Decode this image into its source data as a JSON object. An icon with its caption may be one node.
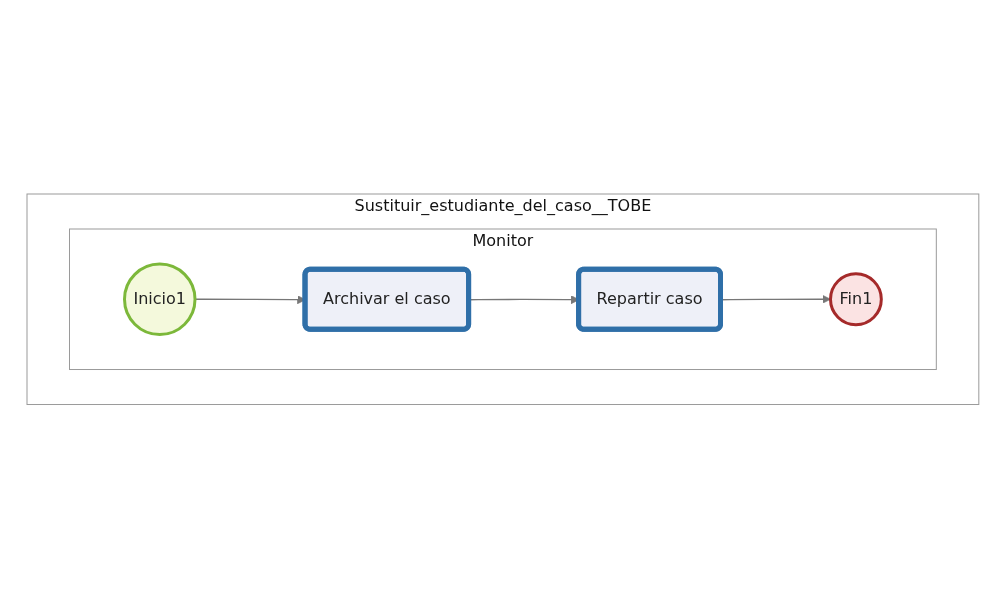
{
  "diagram": {
    "nodes": [
      {
        "text": [
          "Sustituir_estudiante_del_caso__TOBE"
        ]
      },
      {
        "text": [
          "Monitor"
        ],
        "in": 0
      },
      {
        "text": [
          "Inicio1"
        ],
        "in": 1
      },
      {
        "text": [
          "Archivar el caso"
        ],
        "in": 1
      },
      {
        "text": [
          "Repartir caso"
        ],
        "in": 1
      },
      {
        "text": [
          "Fin1"
        ],
        "in": 1
      }
    ],
    "edges": [
      {
        "from": 2,
        "to": 3,
        "arrow": "to"
      },
      {
        "from": 3,
        "to": 4,
        "arrow": "to"
      },
      {
        "from": 4,
        "to": 5,
        "arrow": "to"
      }
    ]
  }
}
